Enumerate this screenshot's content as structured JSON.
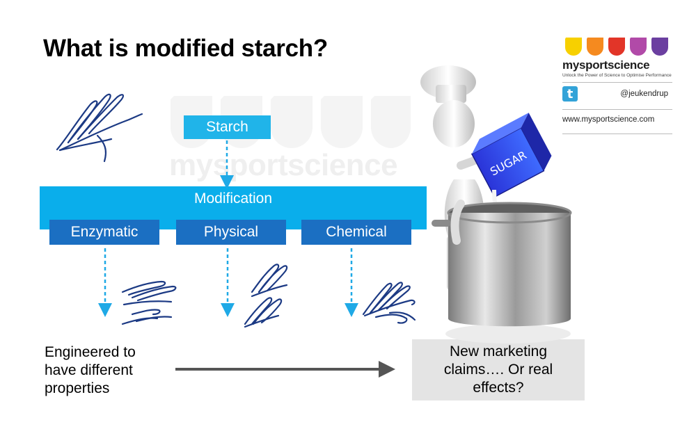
{
  "title": "What is modified starch?",
  "watermark": {
    "text": "mysportscience"
  },
  "diagram": {
    "top_box": "Starch",
    "process_box": "Modification",
    "methods": [
      "Enzymatic",
      "Physical",
      "Chemical"
    ],
    "outcome_text": "Engineered to have different properties",
    "claims_text": "New marketing claims…. Or real effects?"
  },
  "illustration": {
    "box_label": "SUGAR"
  },
  "branding": {
    "name": "mysportscience",
    "tagline": "Unlock the Power of Science to Optimise Performance",
    "handle": "@jeukendrup",
    "website": "www.mysportscience.com",
    "drop_colors": [
      "#f7d000",
      "#f58a1f",
      "#e23528",
      "#b14aa8",
      "#6b3fa0"
    ]
  },
  "colors": {
    "starch_box": "#20b4e9",
    "modification_box": "#0aaeeb",
    "method_box": "#1b6fc2",
    "arrow": "#1fa9e6",
    "squiggle": "#1c3a84",
    "claims_box": "#e4e4e4"
  }
}
